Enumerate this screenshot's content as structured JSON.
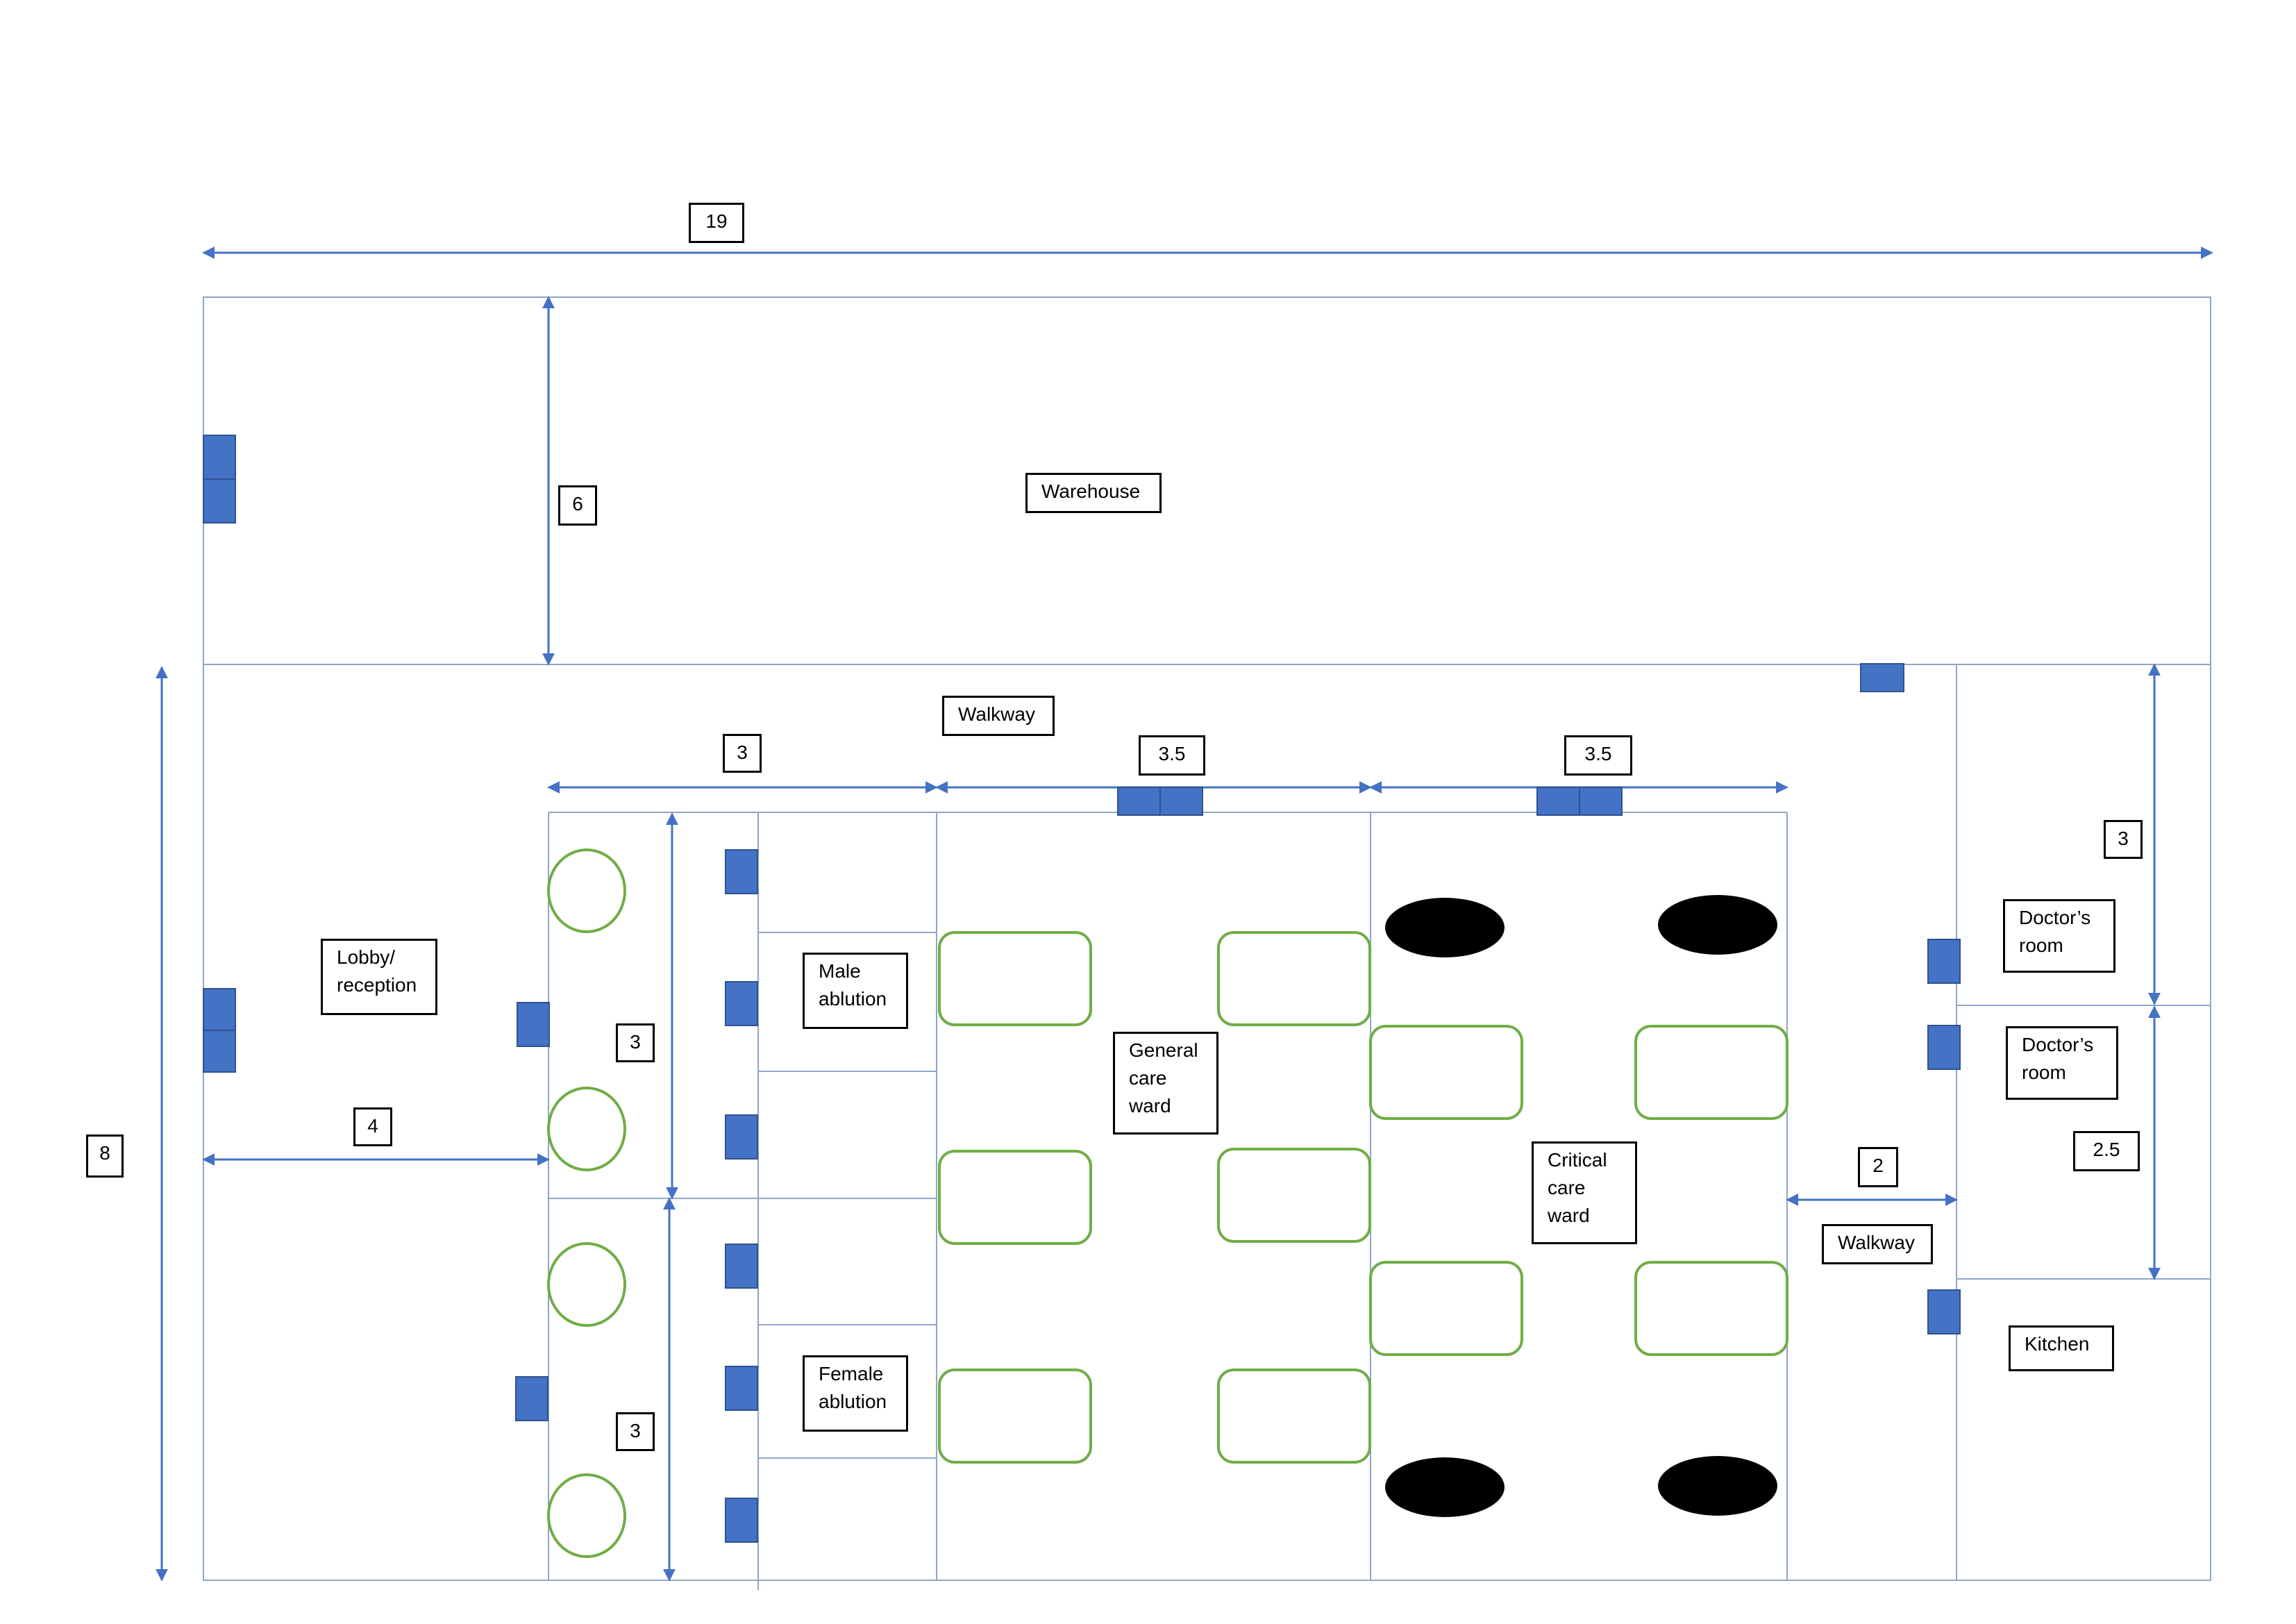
{
  "rooms": {
    "warehouse": "Warehouse",
    "walkway_top": "Walkway",
    "lobby": "Lobby/\nreception",
    "male_ablution": "Male\nablution",
    "female_ablution": "Female\nablution",
    "general_ward": "General\ncare\nward",
    "critical_ward": "Critical\ncare\nward",
    "walkway_side": "Walkway",
    "doctors_room_1": "Doctor’s\nroom",
    "doctors_room_2": "Doctor’s\nroom",
    "kitchen": "Kitchen"
  },
  "dimensions": {
    "total_width": "19",
    "warehouse_depth": "6",
    "total_depth": "8",
    "lobby_width": "4",
    "ablution_width": "3",
    "general_ward_width": "3.5",
    "critical_ward_width": "3.5",
    "male_ablution_depth": "3",
    "female_ablution_depth": "3",
    "side_walkway_width": "2",
    "doctors_room_depth": "3",
    "doctors_room_2_depth": "2.5"
  },
  "colors": {
    "wall": "#8ea6c8",
    "dimension_arrow": "#4472c4",
    "door": "#4472c4",
    "furniture_outline": "#70ad47",
    "icu_bed": "#000000"
  }
}
